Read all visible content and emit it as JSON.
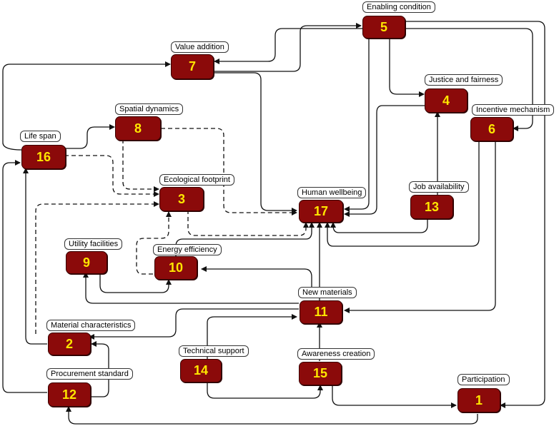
{
  "nodes": [
    {
      "id": "1",
      "number": "1",
      "label": "Participation"
    },
    {
      "id": "2",
      "number": "2",
      "label": "Material characteristics"
    },
    {
      "id": "3",
      "number": "3",
      "label": "Ecological footprint"
    },
    {
      "id": "4",
      "number": "4",
      "label": "Justice and fairness"
    },
    {
      "id": "5",
      "number": "5",
      "label": "Enabling condition"
    },
    {
      "id": "6",
      "number": "6",
      "label": "Incentive mechanism"
    },
    {
      "id": "7",
      "number": "7",
      "label": "Value addition"
    },
    {
      "id": "8",
      "number": "8",
      "label": "Spatial dynamics"
    },
    {
      "id": "9",
      "number": "9",
      "label": "Utility facilities"
    },
    {
      "id": "10",
      "number": "10",
      "label": "Energy efficiency"
    },
    {
      "id": "11",
      "number": "11",
      "label": "New materials"
    },
    {
      "id": "12",
      "number": "12",
      "label": "Procurement standard"
    },
    {
      "id": "13",
      "number": "13",
      "label": "Job availability"
    },
    {
      "id": "14",
      "number": "14",
      "label": "Technical support"
    },
    {
      "id": "15",
      "number": "15",
      "label": "Awareness creation"
    },
    {
      "id": "16",
      "number": "16",
      "label": "Life span"
    },
    {
      "id": "17",
      "number": "17",
      "label": "Human wellbeing"
    }
  ],
  "edges": [
    {
      "from": "5",
      "to": "7",
      "style": "solid"
    },
    {
      "from": "7",
      "to": "5",
      "style": "solid"
    },
    {
      "from": "5",
      "to": "4",
      "style": "solid"
    },
    {
      "from": "5",
      "to": "6",
      "style": "solid"
    },
    {
      "from": "5",
      "to": "17",
      "style": "solid"
    },
    {
      "from": "16",
      "to": "7",
      "style": "solid"
    },
    {
      "from": "16",
      "to": "8",
      "style": "solid"
    },
    {
      "from": "16",
      "to": "3",
      "style": "dashed"
    },
    {
      "from": "7",
      "to": "17",
      "style": "solid"
    },
    {
      "from": "8",
      "to": "3",
      "style": "dashed"
    },
    {
      "from": "8",
      "to": "17",
      "style": "dashed"
    },
    {
      "from": "4",
      "to": "17",
      "style": "solid"
    },
    {
      "from": "6",
      "to": "17",
      "style": "solid"
    },
    {
      "from": "6",
      "to": "11",
      "style": "solid"
    },
    {
      "from": "13",
      "to": "4",
      "style": "solid"
    },
    {
      "from": "13",
      "to": "17",
      "style": "solid"
    },
    {
      "from": "3",
      "to": "17",
      "style": "dashed"
    },
    {
      "from": "10",
      "to": "3",
      "style": "dashed"
    },
    {
      "from": "10",
      "to": "17",
      "style": "solid"
    },
    {
      "from": "2",
      "to": "3",
      "style": "dashed"
    },
    {
      "from": "11",
      "to": "17",
      "style": "solid"
    },
    {
      "from": "11",
      "to": "10",
      "style": "solid"
    },
    {
      "from": "11",
      "to": "9",
      "style": "solid"
    },
    {
      "from": "11",
      "to": "2",
      "style": "solid"
    },
    {
      "from": "9",
      "to": "10",
      "style": "solid"
    },
    {
      "from": "2",
      "to": "16",
      "style": "solid"
    },
    {
      "from": "12",
      "to": "16",
      "style": "solid"
    },
    {
      "from": "12",
      "to": "2",
      "style": "solid"
    },
    {
      "from": "14",
      "to": "11",
      "style": "solid"
    },
    {
      "from": "14",
      "to": "15",
      "style": "solid"
    },
    {
      "from": "15",
      "to": "11",
      "style": "solid"
    },
    {
      "from": "15",
      "to": "1",
      "style": "solid"
    },
    {
      "from": "1",
      "to": "12",
      "style": "solid"
    },
    {
      "from": "5",
      "to": "1",
      "style": "solid"
    }
  ],
  "colors": {
    "node_fill": "#8b0a0a",
    "node_text": "#ffe600",
    "edge": "#111111",
    "label_border": "#333333"
  }
}
